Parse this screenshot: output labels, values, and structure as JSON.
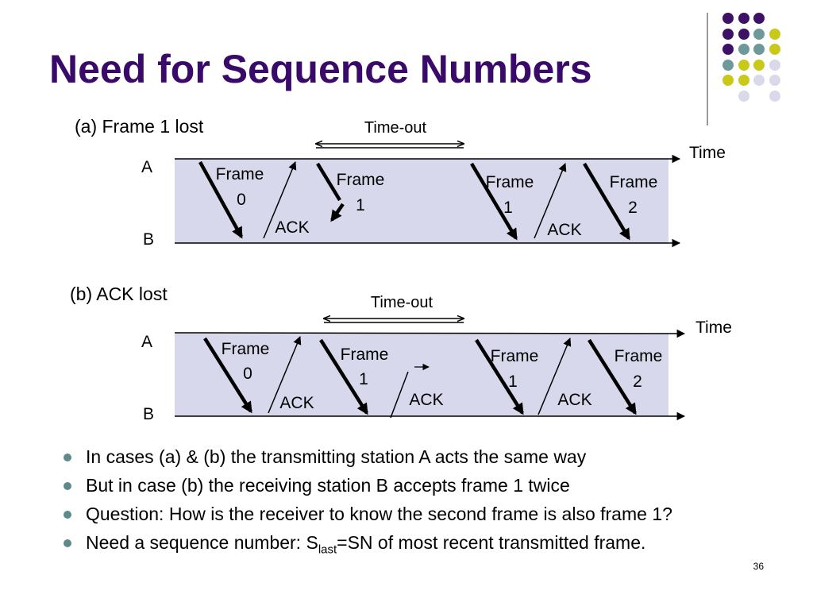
{
  "slide": {
    "title": "Need for Sequence Numbers",
    "page_number": "36"
  },
  "decoration": {
    "dot_colors": {
      "purple": "#3d1166",
      "teal": "#6f989b",
      "yellow": "#c9c91a",
      "lavender": "#d9d9ea"
    }
  },
  "section_a": {
    "label": "(a)  Frame 1 lost",
    "timeout": "Time-out",
    "time": "Time",
    "station_a": "A",
    "station_b": "B",
    "frames": [
      {
        "line1": "Frame",
        "line2": "0"
      },
      {
        "line1": "Frame",
        "line2": "1"
      },
      {
        "line1": "Frame",
        "line2": "1"
      },
      {
        "line1": "Frame",
        "line2": "2"
      }
    ],
    "acks": [
      "ACK",
      "ACK"
    ]
  },
  "section_b": {
    "label": "(b)  ACK lost",
    "timeout": "Time-out",
    "time": "Time",
    "station_a": "A",
    "station_b": "B",
    "frames": [
      {
        "line1": "Frame",
        "line2": "0"
      },
      {
        "line1": "Frame",
        "line2": "1"
      },
      {
        "line1": "Frame",
        "line2": "1"
      },
      {
        "line1": "Frame",
        "line2": "2"
      }
    ],
    "acks": [
      "ACK",
      "ACK",
      "ACK"
    ]
  },
  "bullets": [
    {
      "text": "In cases (a) & (b) the transmitting station A acts the same way"
    },
    {
      "text": "But in case (b) the receiving station B accepts frame 1 twice"
    },
    {
      "text": "Question: How is the receiver to know the second frame is also frame 1?"
    },
    {
      "pre": "Need a sequence number: S",
      "sub": "last",
      "post": "=SN of most recent transmitted frame."
    }
  ]
}
